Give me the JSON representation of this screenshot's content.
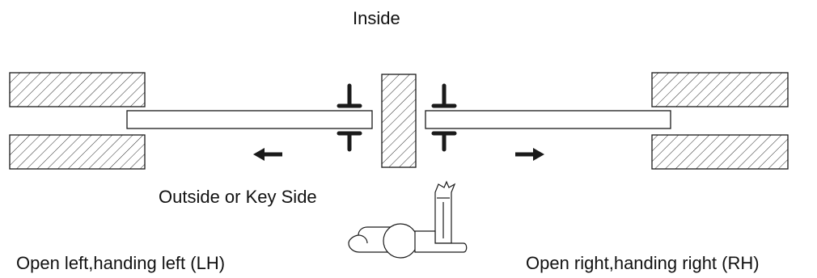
{
  "labels": {
    "inside": "Inside",
    "outside": "Outside or Key Side",
    "open_left": "Open left,handing left (LH)",
    "open_right": "Open right,handing right (RH)"
  },
  "colors": {
    "stroke": "#1a1a1a",
    "fill": "#ffffff",
    "text": "#111111"
  },
  "icons": {
    "hinge": "pivot-hinge-icon",
    "arrow_left": "arrow-left-icon",
    "arrow_right": "arrow-right-icon",
    "key": "key-icon"
  }
}
